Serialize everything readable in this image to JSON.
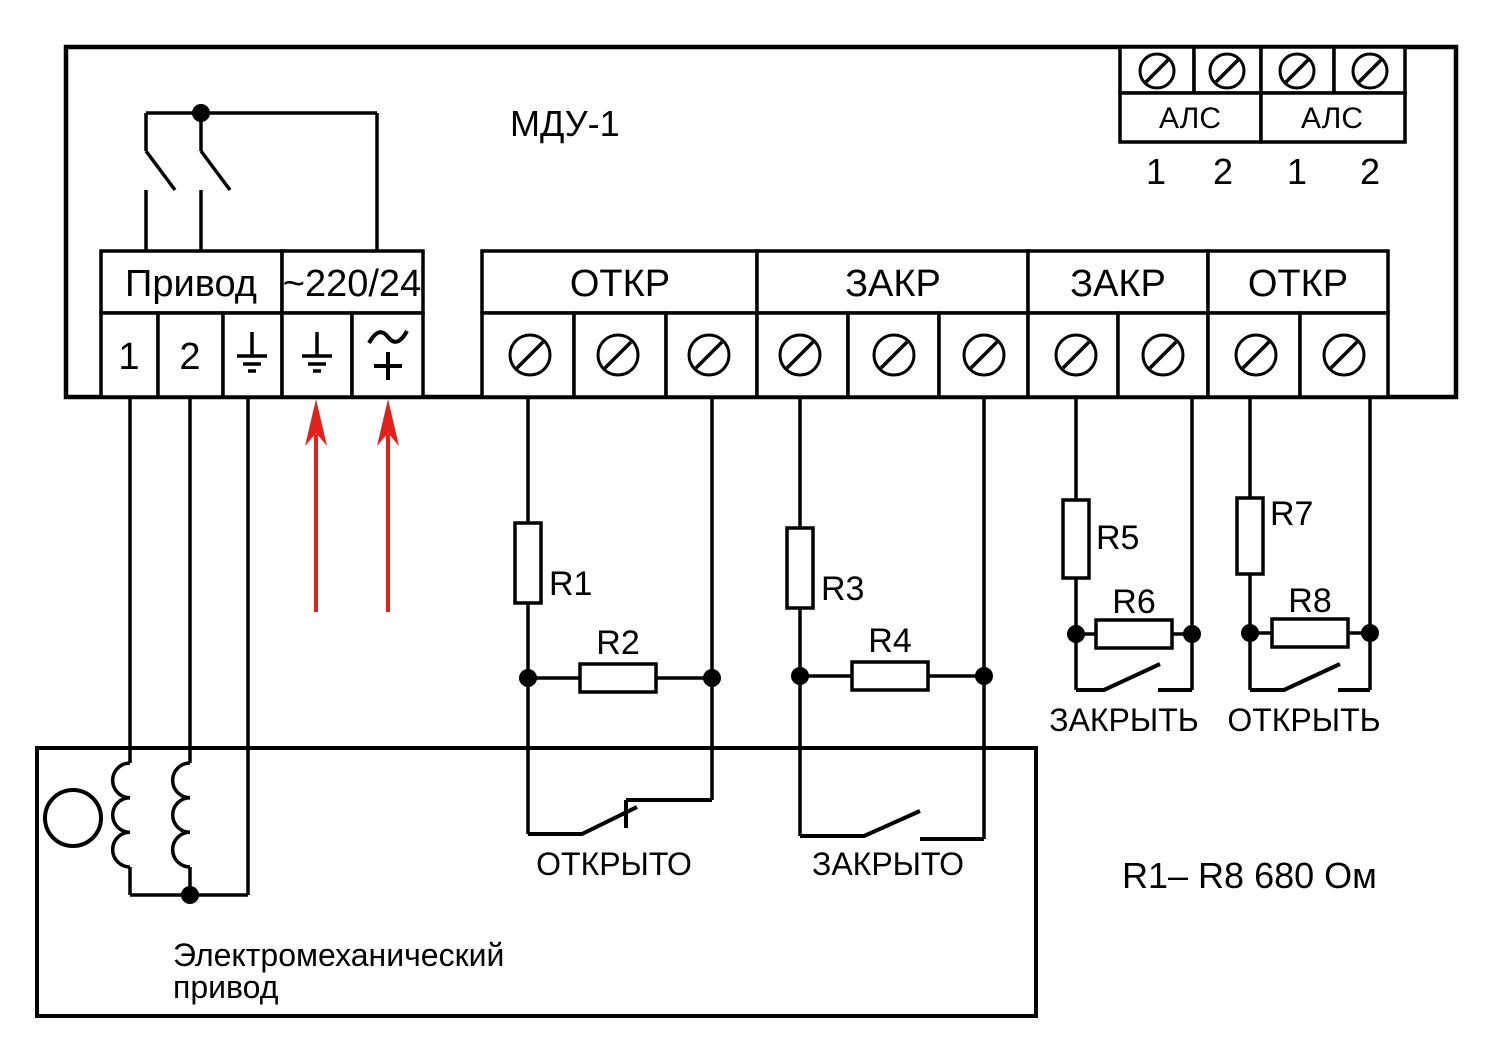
{
  "title": "МДУ-1",
  "terminal_blocks": {
    "privod": {
      "label": "Привод",
      "pins": [
        "1",
        "2"
      ]
    },
    "power": {
      "label": "~220/24"
    },
    "open1": {
      "label": "ОТКР"
    },
    "close1": {
      "label": "ЗАКР"
    },
    "close2": {
      "label": "ЗАКР"
    },
    "open2": {
      "label": "ОТКР"
    },
    "als": {
      "labels": [
        "АЛС",
        "АЛС"
      ],
      "pins": [
        "1",
        "2",
        "1",
        "2"
      ]
    }
  },
  "resistors": {
    "r1": "R1",
    "r2": "R2",
    "r3": "R3",
    "r4": "R4",
    "r5": "R5",
    "r6": "R6",
    "r7": "R7",
    "r8": "R8"
  },
  "resistor_note": "R1– R8  680 Ом",
  "limit_switches": {
    "opened": "ОТКРЫТО",
    "closed": "ЗАКРЫТО"
  },
  "command_switches": {
    "close": "ЗАКРЫТЬ",
    "open": "ОТКРЫТЬ"
  },
  "actuator": {
    "line1": "Электромеханический",
    "line2": "привод"
  },
  "colors": {
    "line": "#000000",
    "arrow": "#e2211c"
  }
}
